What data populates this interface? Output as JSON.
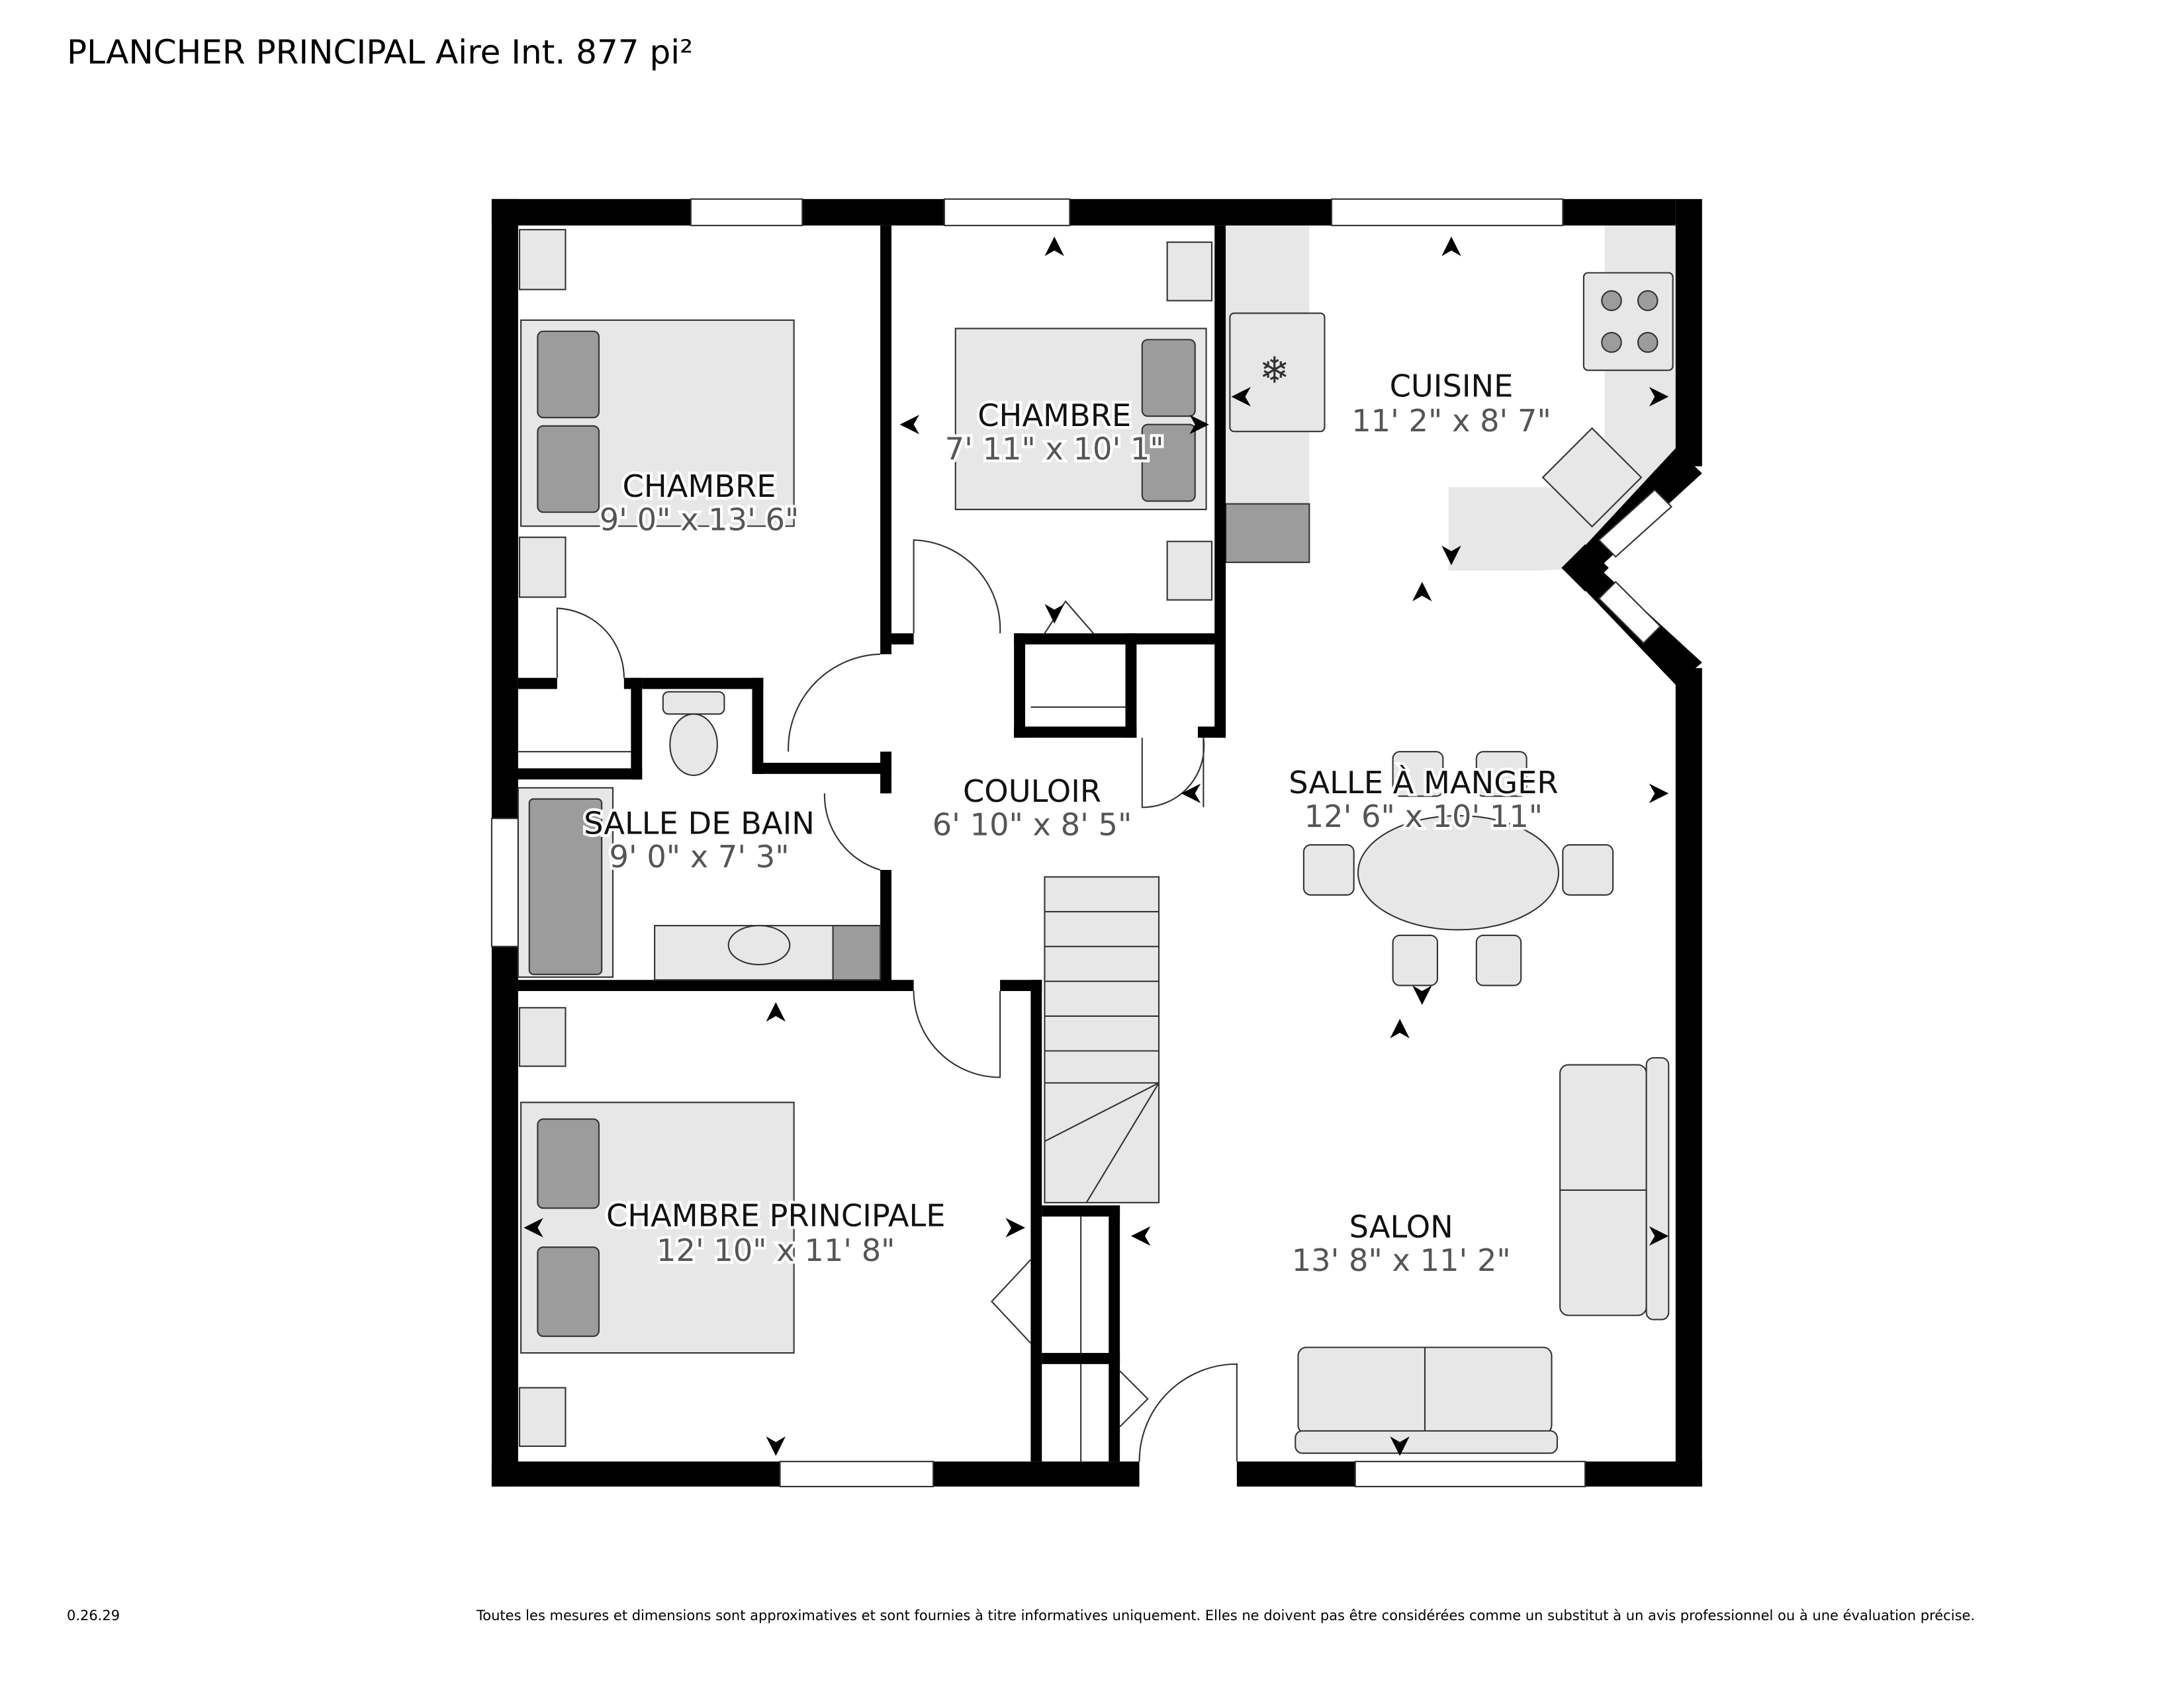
{
  "header": {
    "title": "PLANCHER PRINCIPAL Aire Int. 877 pi²"
  },
  "footer": {
    "version": "0.26.29",
    "disclaimer": "Toutes les mesures et dimensions sont approximatives et sont fournies à titre informatives uniquement. Elles ne doivent pas être considérées comme un substitut à un avis professionnel ou à une évaluation précise."
  },
  "rooms": [
    {
      "name": "CHAMBRE",
      "dims": "9' 0\" x 13' 6\""
    },
    {
      "name": "CHAMBRE",
      "dims": "7' 11\" x 10' 1\""
    },
    {
      "name": "CUISINE",
      "dims": "11' 2\" x 8' 7\""
    },
    {
      "name": "SALLE À MANGER",
      "dims": "12' 6\" x 10' 11\""
    },
    {
      "name": "SALLE DE BAIN",
      "dims": "9' 0\" x 7' 3\""
    },
    {
      "name": "COULOIR",
      "dims": "6' 10\" x 8' 5\""
    },
    {
      "name": "CHAMBRE PRINCIPALE",
      "dims": "12' 10\" x 11' 8\""
    },
    {
      "name": "SALON",
      "dims": "13' 8\" x 11' 2\""
    }
  ],
  "colors": {
    "wall": "#000000",
    "furniture": "#e6e7e6",
    "furniture_dark": "#9c9c9c",
    "dims_text": "#555555"
  }
}
